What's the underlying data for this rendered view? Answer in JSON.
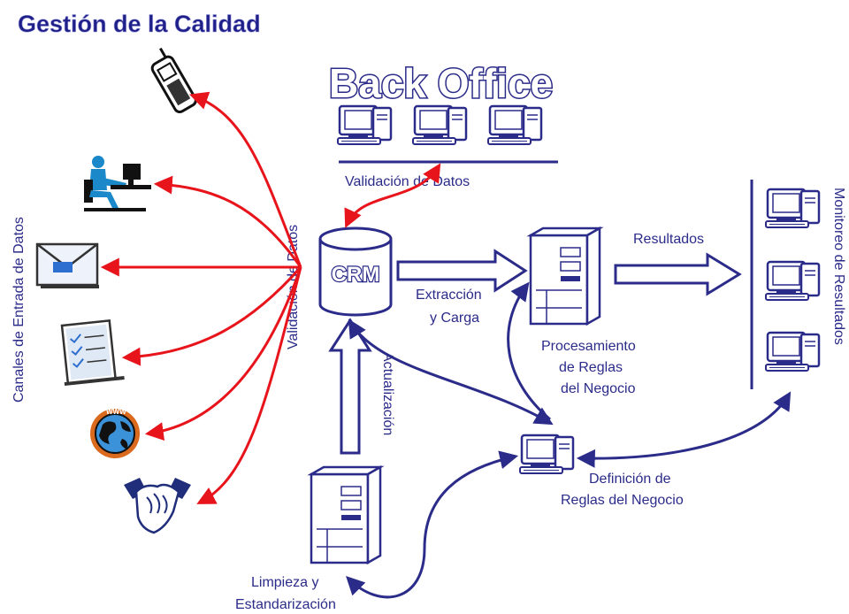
{
  "title": "Gestión de la Calidad",
  "back_office": "Back Office",
  "labels": {
    "validacion_datos_top": "Validación de Datos",
    "validacion_datos_side": "Validación de Datos",
    "canales": "Canales de Entrada de Datos",
    "crm": "CRM",
    "extraccion_1": "Extracción",
    "extraccion_2": "y Carga",
    "resultados": "Resultados",
    "procesamiento_1": "Procesamiento",
    "procesamiento_2": "de Reglas",
    "procesamiento_3": "del Negocio",
    "actualizacion": "Actualización",
    "definicion_1": "Definición de",
    "definicion_2": "Reglas del Negocio",
    "limpieza_1": "Limpieza y",
    "limpieza_2": "Estandarización",
    "monitoreo": "Monitoreo de Resultados"
  },
  "colors": {
    "navy": "#2b2b8a",
    "title": "#1f1f8a",
    "red": "#e8141c",
    "line": "#333399"
  },
  "icons": [
    "phone-icon",
    "person-at-desk-icon",
    "envelope-icon",
    "checklist-icon",
    "globe-www-icon",
    "handshake-icon"
  ]
}
